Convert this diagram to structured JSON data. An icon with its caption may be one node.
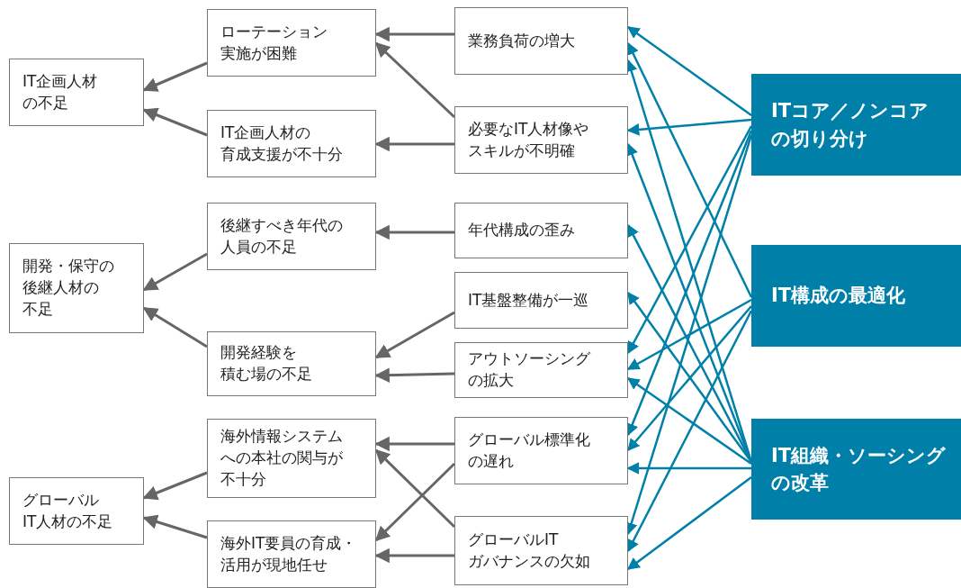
{
  "diagram": {
    "nodes": [
      {
        "text": [
          "IT企画人材の不足"
        ]
      },
      {
        "text": [
          "ローテーション実施が困難"
        ]
      },
      {
        "text": [
          "IT企画人材の育成支援が不十分"
        ]
      },
      {
        "text": [
          "開発・保守の後継人材の不足"
        ]
      },
      {
        "text": [
          "後継すべき年代の人員の不足"
        ]
      },
      {
        "text": [
          "開発経験を積む場の不足"
        ]
      },
      {
        "text": [
          "海外情報システムへの本社の関与が不十分"
        ]
      },
      {
        "text": [
          "グローバルIT人材の不足"
        ]
      },
      {
        "text": [
          "海外IT要員の育成・活用が現地任せ"
        ]
      },
      {
        "text": [
          "業務負荷の増大"
        ]
      },
      {
        "text": [
          "必要なIT人材像やスキルが不明確"
        ]
      },
      {
        "text": [
          "年代構成の歪み"
        ]
      },
      {
        "text": [
          "IT基盤整備が一巡"
        ]
      },
      {
        "text": [
          "アウトソーシングの拡大"
        ]
      },
      {
        "text": [
          "グローバル標準化の遅れ"
        ]
      },
      {
        "text": [
          "グローバルITガバナンスの欠如"
        ]
      },
      {
        "text": [
          "ITコア／ノンコアの切り分け"
        ]
      },
      {
        "text": [
          "IT構成の最適化"
        ]
      },
      {
        "text": [
          "IT組織・ソーシングの改革"
        ]
      }
    ],
    "edges": [
      {
        "from": 9,
        "to": 1,
        "arrow": "to"
      },
      {
        "from": 10,
        "to": 1,
        "arrow": "to"
      },
      {
        "from": 10,
        "to": 2,
        "arrow": "to"
      },
      {
        "from": 1,
        "to": 0,
        "arrow": "to"
      },
      {
        "from": 2,
        "to": 0,
        "arrow": "to"
      },
      {
        "from": 11,
        "to": 4,
        "arrow": "to"
      },
      {
        "from": 4,
        "to": 3,
        "arrow": "to"
      },
      {
        "from": 5,
        "to": 3,
        "arrow": "to"
      },
      {
        "from": 12,
        "to": 5,
        "arrow": "to"
      },
      {
        "from": 13,
        "to": 5,
        "arrow": "to"
      },
      {
        "from": 14,
        "to": 6,
        "arrow": "to"
      },
      {
        "from": 14,
        "to": 8,
        "arrow": "to"
      },
      {
        "from": 15,
        "to": 6,
        "arrow": "to"
      },
      {
        "from": 15,
        "to": 8,
        "arrow": "to"
      },
      {
        "from": 6,
        "to": 7,
        "arrow": "to"
      },
      {
        "from": 8,
        "to": 7,
        "arrow": "to"
      },
      {
        "from": 16,
        "to": 9,
        "arrow": "to",
        "color": "#0080a8"
      },
      {
        "from": 16,
        "to": 10,
        "arrow": "to",
        "color": "#0080a8"
      },
      {
        "from": 16,
        "to": 13,
        "arrow": "to",
        "color": "#0080a8"
      },
      {
        "from": 16,
        "to": 14,
        "arrow": "to",
        "color": "#0080a8"
      },
      {
        "from": 16,
        "to": 15,
        "arrow": "to",
        "color": "#0080a8"
      },
      {
        "from": 17,
        "to": 9,
        "arrow": "to",
        "color": "#0080a8"
      },
      {
        "from": 17,
        "to": 13,
        "arrow": "to",
        "color": "#0080a8"
      },
      {
        "from": 17,
        "to": 14,
        "arrow": "to",
        "color": "#0080a8"
      },
      {
        "from": 17,
        "to": 15,
        "arrow": "to",
        "color": "#0080a8"
      },
      {
        "from": 18,
        "to": 9,
        "arrow": "to",
        "color": "#0080a8"
      },
      {
        "from": 18,
        "to": 10,
        "arrow": "to",
        "color": "#0080a8"
      },
      {
        "from": 18,
        "to": 11,
        "arrow": "to",
        "color": "#0080a8"
      },
      {
        "from": 18,
        "to": 12,
        "arrow": "to",
        "color": "#0080a8"
      },
      {
        "from": 18,
        "to": 13,
        "arrow": "to",
        "color": "#0080a8"
      },
      {
        "from": 18,
        "to": 14,
        "arrow": "to",
        "color": "#0080a8"
      },
      {
        "from": 18,
        "to": 15,
        "arrow": "to",
        "color": "#0080a8"
      }
    ]
  }
}
